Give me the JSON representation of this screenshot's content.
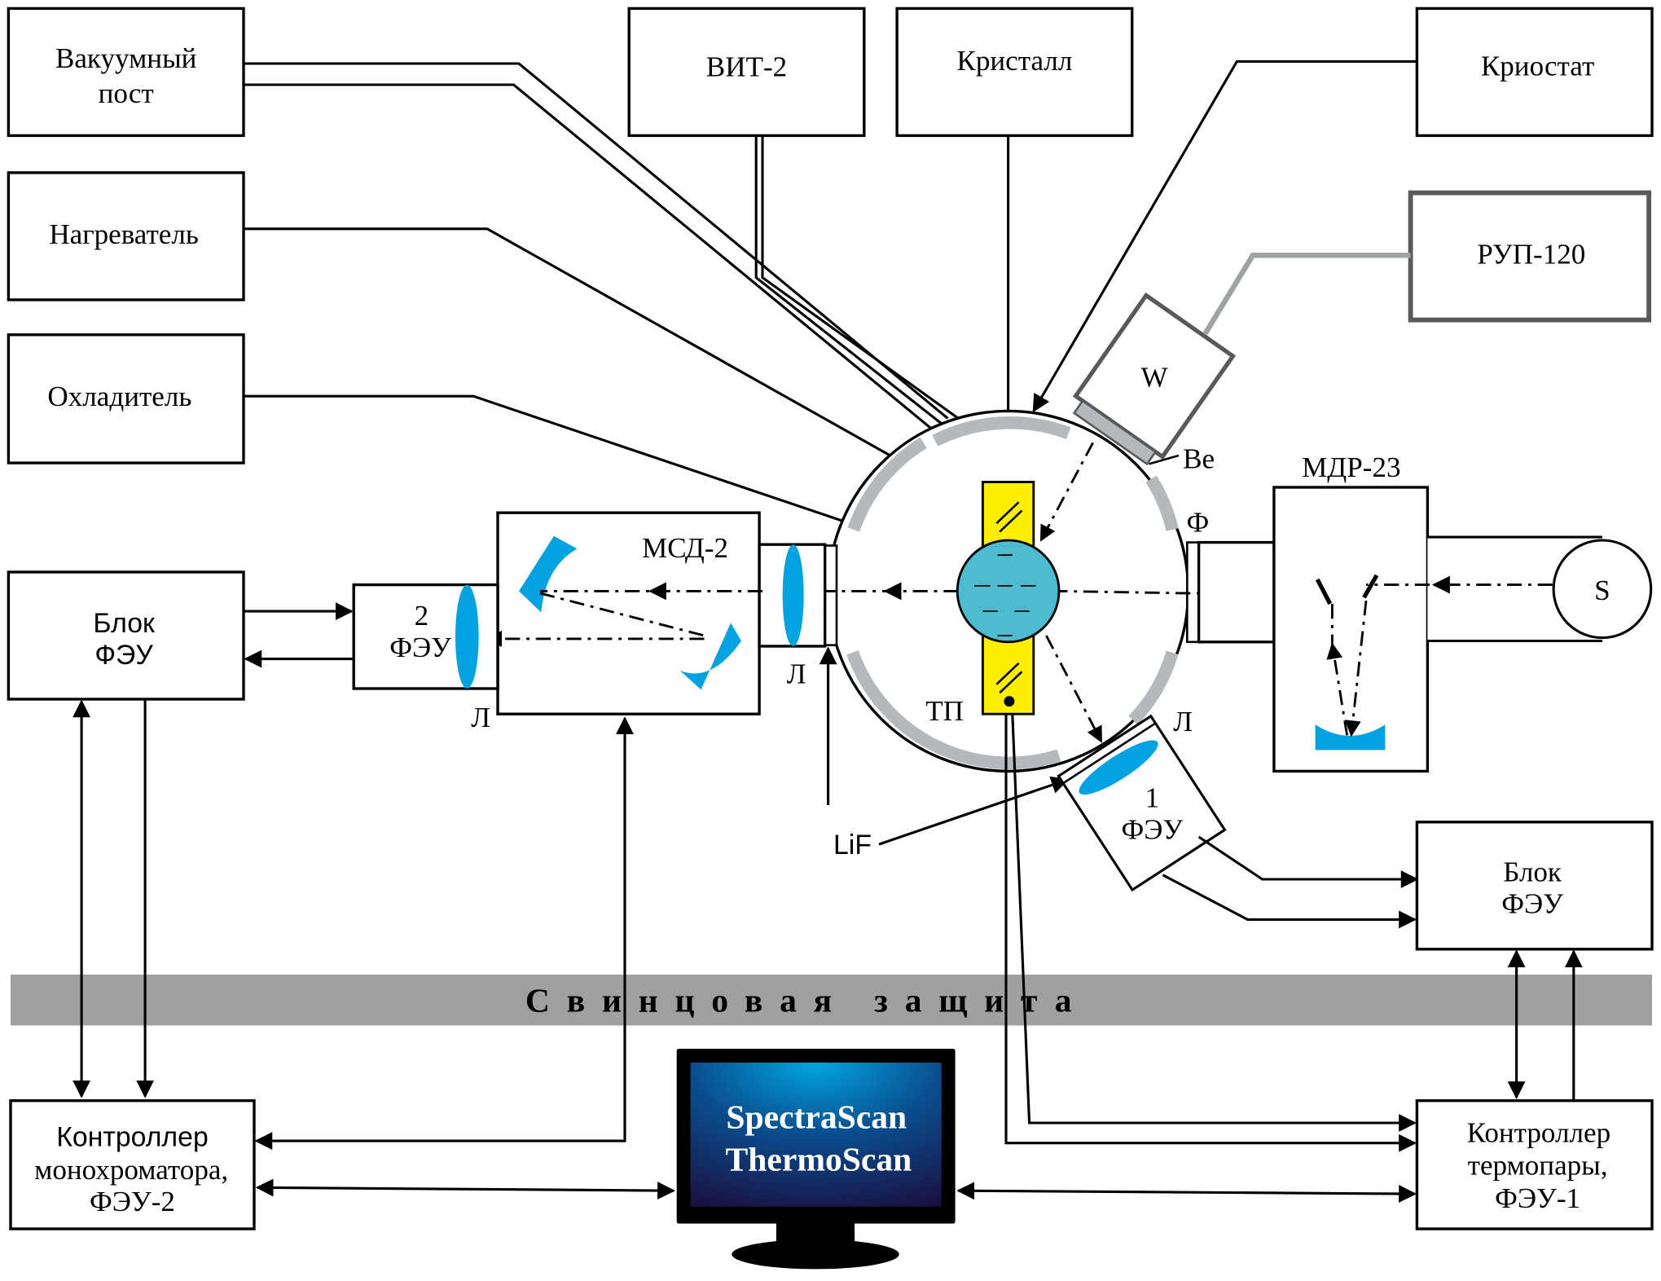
{
  "diagram": {
    "blocks": {
      "vacuum_post": [
        "Вакуумный",
        "пост"
      ],
      "vit2": "ВИТ-2",
      "crystal": "Кристалл",
      "cryostat": "Криостат",
      "heater": "Нагреватель",
      "rup120": "РУП-120",
      "cooler": "Охладитель",
      "pmt_block_left": [
        "Блок",
        "ФЭУ"
      ],
      "pmt_block_right": [
        "Блок",
        "ФЭУ"
      ],
      "mono_controller": [
        "Контроллер",
        "монохроматора,",
        "ФЭУ-2"
      ],
      "thermo_controller": [
        "Контроллер",
        "термопары,",
        "ФЭУ-1"
      ]
    },
    "components": {
      "msd2": "МСД-2",
      "mdr23": "МДР-23",
      "pmt2": [
        "2",
        "ФЭУ"
      ],
      "pmt1": [
        "1",
        "ФЭУ"
      ],
      "xray_tube": "W",
      "be_window": "Be",
      "filter": "Ф",
      "source": "S",
      "thermocouple": "ТП",
      "lif_window": "LiF",
      "lens_left_pmt": "Л",
      "lens_msd": "Л",
      "lens_pmt1": "Л"
    },
    "lead_shield": "Свинцовая  защита",
    "monitor": {
      "line1": "SpectraScan",
      "line2": "ThermoScan"
    },
    "colors": {
      "sample_holder": "#ffee00",
      "crystal": "#4dbcd1",
      "optics": "#00a3e0",
      "chamber_wall": "#b4b9bc",
      "lead_band": "#a0a0a0",
      "screen_top": "#00a6df",
      "screen_bottom": "#1a1040"
    }
  }
}
